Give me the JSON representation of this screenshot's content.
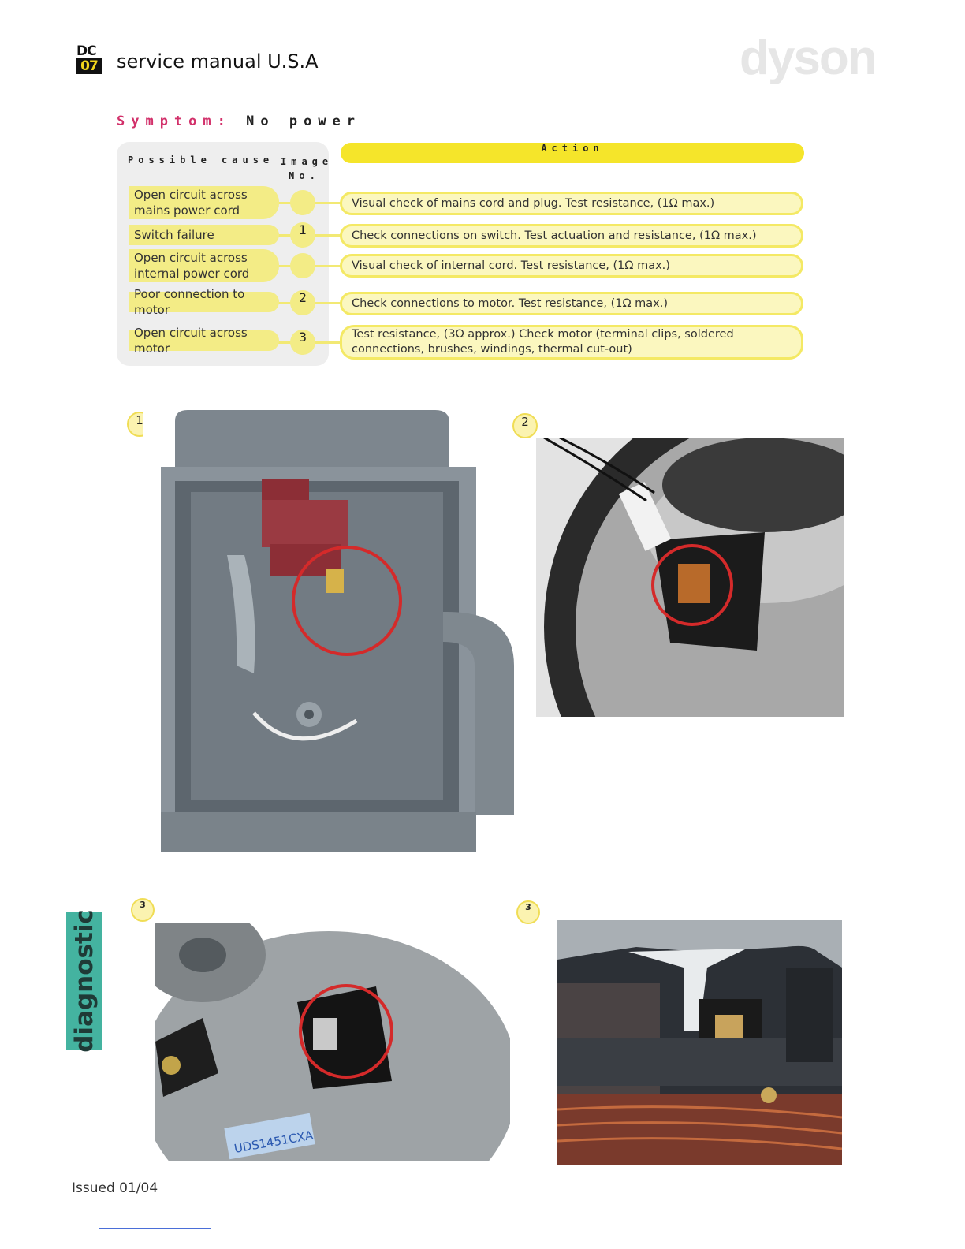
{
  "header": {
    "model_top": "DC",
    "model_bottom": "07",
    "title": "service manual U.S.A",
    "brand": "dyson"
  },
  "symptom": {
    "label": "Symptom:",
    "value": "No power"
  },
  "table": {
    "col_cause": "Possible cause",
    "col_image": "Image No.",
    "col_action": "Action",
    "rows": [
      {
        "cause": "Open circuit across mains power cord",
        "image": "",
        "action": "Visual check of mains cord and plug. Test resistance, (1Ω max.)"
      },
      {
        "cause": "Switch failure",
        "image": "1",
        "action": "Check connections on switch. Test actuation and resistance, (1Ω max.)"
      },
      {
        "cause": "Open circuit across internal power cord",
        "image": "",
        "action": "Visual check of internal cord. Test resistance, (1Ω max.)"
      },
      {
        "cause": "Poor connection to motor",
        "image": "2",
        "action": "Check connections to motor. Test resistance, (1Ω max.)"
      },
      {
        "cause": "Open circuit across motor",
        "image": "3",
        "action": "Test resistance, (3Ω approx.) Check motor (terminal clips, soldered connections, brushes, windings, thermal cut-out)"
      }
    ]
  },
  "photos": [
    {
      "badge": "1",
      "subject": "switch"
    },
    {
      "badge": "2",
      "subject": "motor connection"
    },
    {
      "badge": "3",
      "subject": "motor terminal",
      "label_text": "UDS1451CXA"
    },
    {
      "badge": "3",
      "subject": "motor brushes"
    }
  ],
  "side_tab": "diagnostic",
  "footer": {
    "issued": "Issued 01/04"
  },
  "colors": {
    "symptom_label": "#d2306a",
    "action_header": "#f5e52a",
    "pill": "#f3ec86",
    "side_tab": "#44b3a0"
  }
}
